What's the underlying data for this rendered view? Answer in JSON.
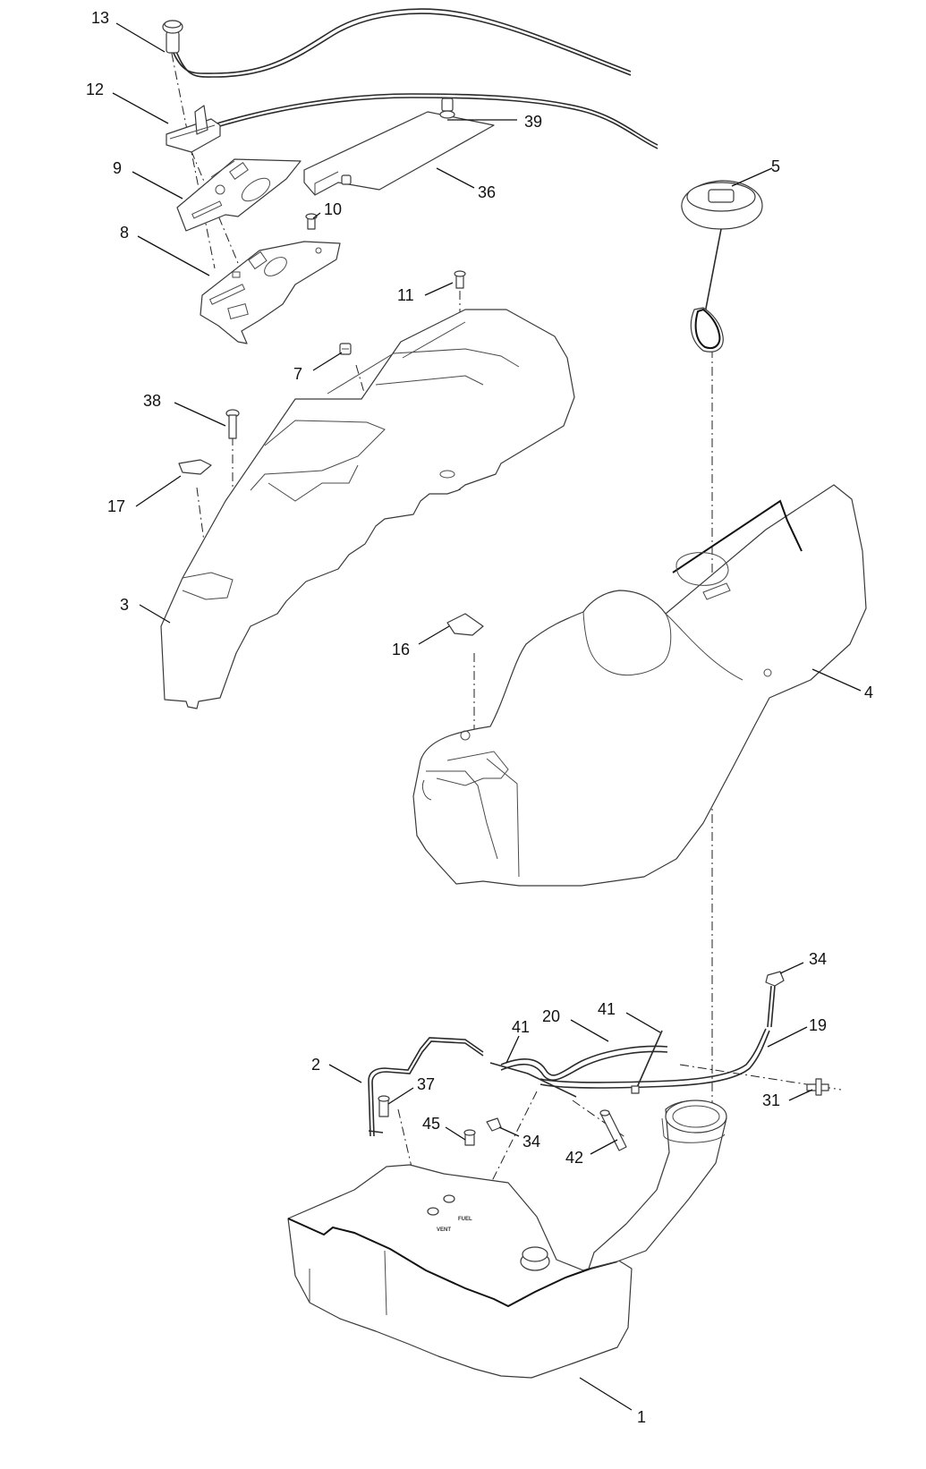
{
  "callouts": {
    "c1": "1",
    "c2": "2",
    "c3": "3",
    "c4": "4",
    "c5": "5",
    "c7": "7",
    "c8": "8",
    "c9": "9",
    "c10": "10",
    "c11": "11",
    "c12": "12",
    "c13": "13",
    "c16": "16",
    "c17": "17",
    "c19": "19",
    "c20": "20",
    "c31": "31",
    "c34a": "34",
    "c34b": "34",
    "c36": "36",
    "c37": "37",
    "c38": "38",
    "c39": "39",
    "c41a": "41",
    "c41b": "41",
    "c42": "42",
    "c45": "45"
  },
  "tank_labels": {
    "fuel": "FUEL",
    "vent": "VENT"
  }
}
